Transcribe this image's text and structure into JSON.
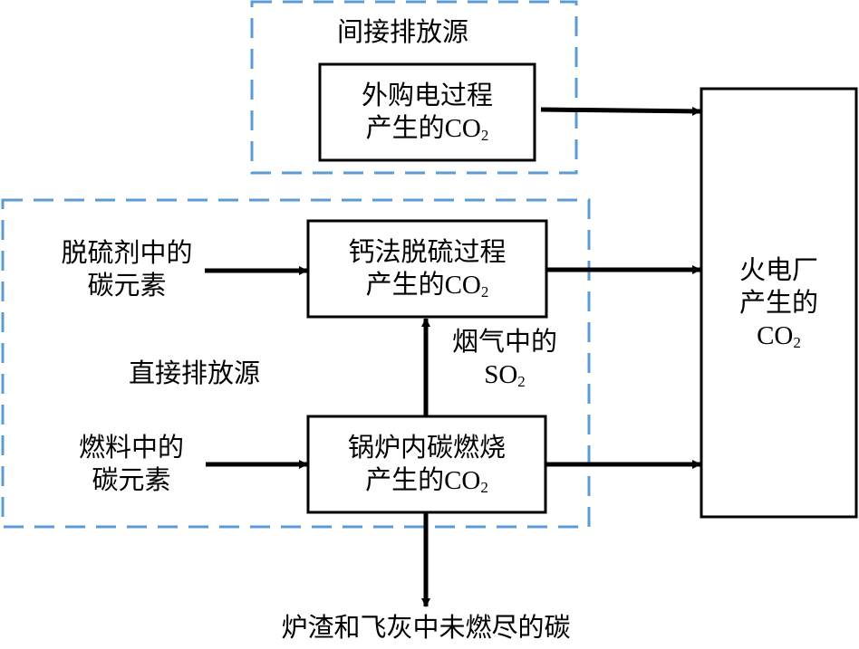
{
  "colors": {
    "group_border": "#5b9bd5",
    "box_border": "#000000",
    "arrow": "#000000"
  },
  "groups": {
    "indirect": {
      "label": "间接排放源"
    },
    "direct": {
      "label": "直接排放源"
    }
  },
  "boxes": {
    "purchased_power": {
      "line1": "外购电过程",
      "line2_prefix": "产生的CO",
      "line2_sub": "2"
    },
    "desulfurization": {
      "line1": "钙法脱硫过程",
      "line2_prefix": "产生的CO",
      "line2_sub": "2"
    },
    "boiler": {
      "line1": "锅炉内碳燃烧",
      "line2_prefix": "产生的CO",
      "line2_sub": "2"
    },
    "plant_total": {
      "line1": "火电厂",
      "line2": "产生的",
      "line3_prefix": "CO",
      "line3_sub": "2"
    }
  },
  "inputs": {
    "desulfurizer_carbon": {
      "line1": "脱硫剂中的",
      "line2": "碳元素"
    },
    "fuel_carbon": {
      "line1": "燃料中的",
      "line2": "碳元素"
    },
    "flue_so2": {
      "line1": "烟气中的",
      "line2_prefix": "SO",
      "line2_sub": "2"
    }
  },
  "outputs": {
    "unburned_carbon": {
      "label": "炉渣和飞灰中未燃尽的碳"
    }
  }
}
